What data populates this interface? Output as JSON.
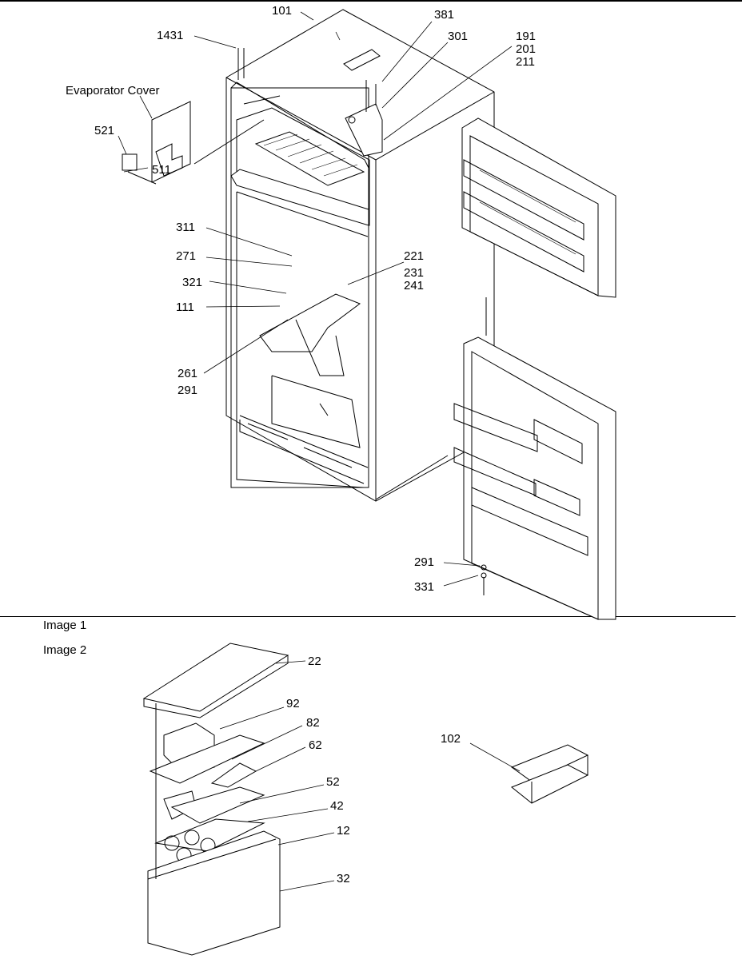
{
  "captions": {
    "image1": "Image 1",
    "image2": "Image 2"
  },
  "labels": {
    "p101": "101",
    "p1431": "1431",
    "p381": "381",
    "p301": "301",
    "p191": "191",
    "p201": "201",
    "p211": "211",
    "evap": "Evaporator Cover",
    "p521": "521",
    "p511": "511",
    "p311": "311",
    "p271": "271",
    "p321": "321",
    "p111": "111",
    "p221": "221",
    "p231": "231",
    "p241": "241",
    "p261": "261",
    "p291a": "291",
    "p291b": "291",
    "p331": "331",
    "p22": "22",
    "p92": "92",
    "p82": "82",
    "p62": "62",
    "p52": "52",
    "p42": "42",
    "p12": "12",
    "p32": "32",
    "p102": "102"
  }
}
